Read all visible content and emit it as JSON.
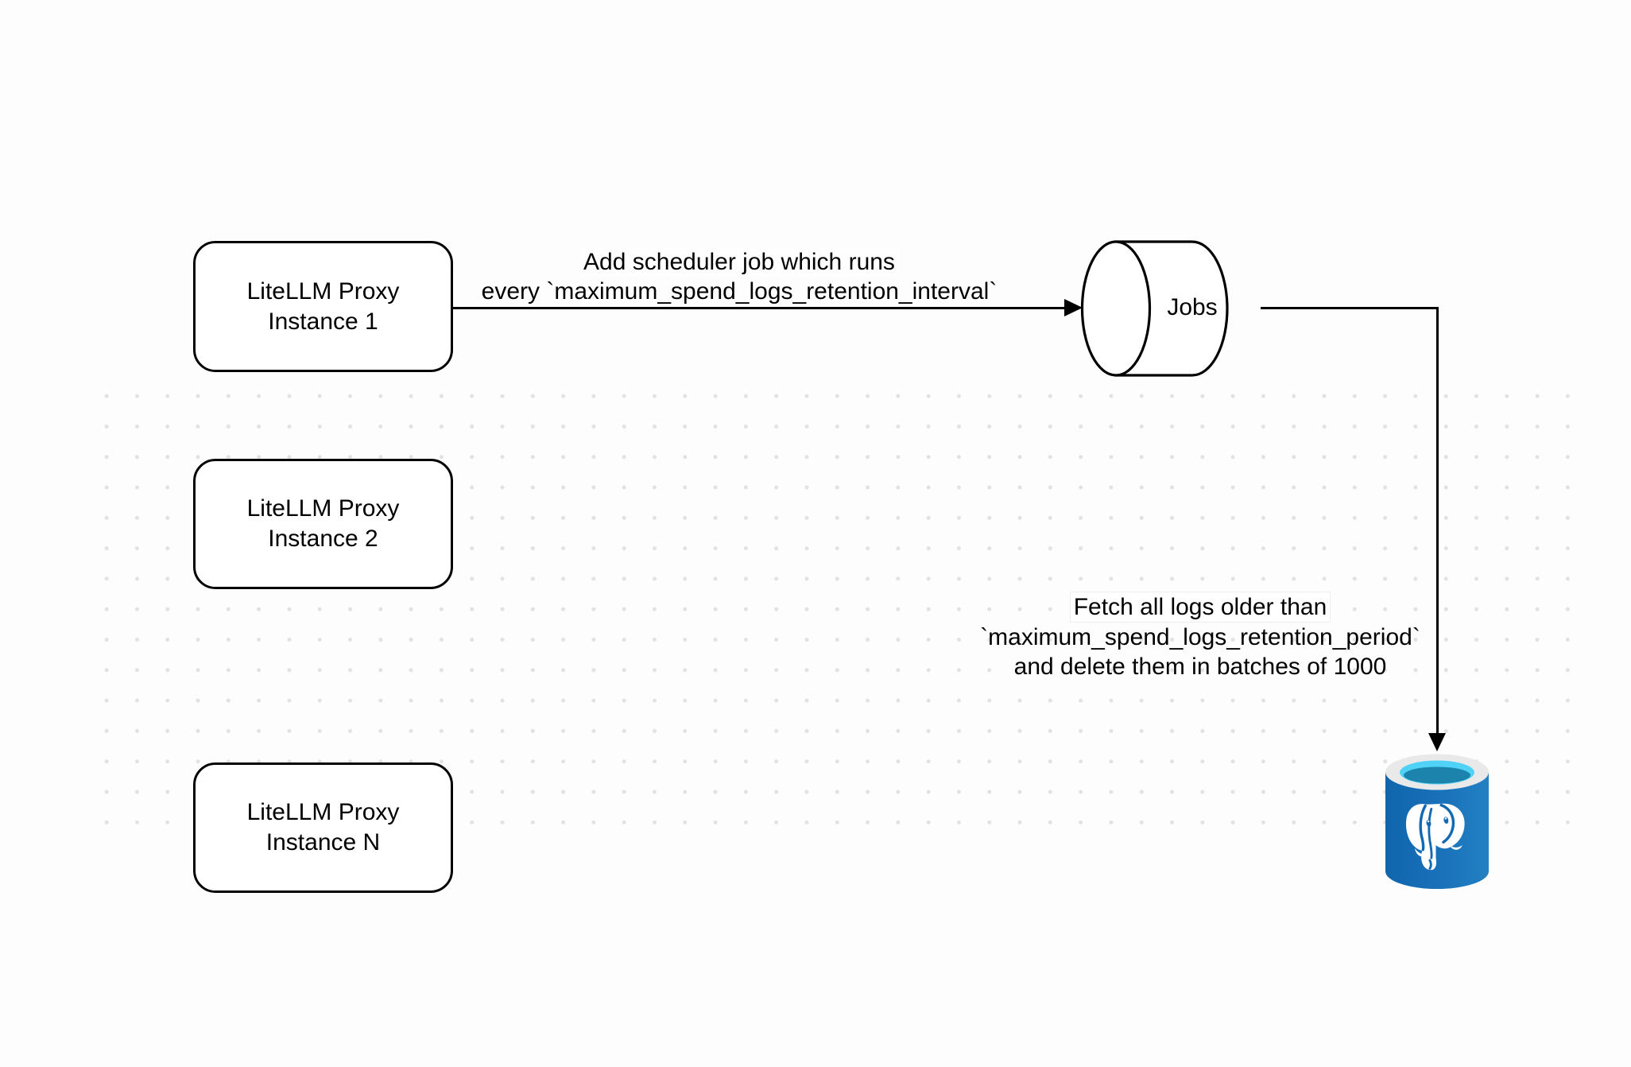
{
  "diagram": {
    "background_color": "#fdfdfd",
    "grid_dot_color": "#e2e2e2",
    "stroke_color": "#000000",
    "nodes": {
      "proxy_instance_1": {
        "line1": "LiteLLM Proxy",
        "line2": "Instance 1"
      },
      "proxy_instance_2": {
        "line1": "LiteLLM Proxy",
        "line2": "Instance 2"
      },
      "proxy_instance_n": {
        "line1": "LiteLLM Proxy",
        "line2": "Instance N"
      },
      "jobs_queue": {
        "label": "Jobs"
      },
      "postgres_database": {
        "icon": "postgresql-database-icon",
        "body_color_left": "#1065ac",
        "body_color_right": "#2380c2",
        "rim_color": "#e9e9e9",
        "top_cyan": "#4fd2f5",
        "top_teal": "#1c84ac",
        "elephant_color": "#ffffff"
      }
    },
    "edges": {
      "scheduler_edge": {
        "label_line1": "Add scheduler job which runs",
        "label_line2": "every `maximum_spend_logs_retention_interval`"
      },
      "fetch_edge": {
        "label_line1": "Fetch all logs older than",
        "label_line2": "`maximum_spend_logs_retention_period`",
        "label_line3": "and delete them in batches of 1000"
      }
    }
  }
}
